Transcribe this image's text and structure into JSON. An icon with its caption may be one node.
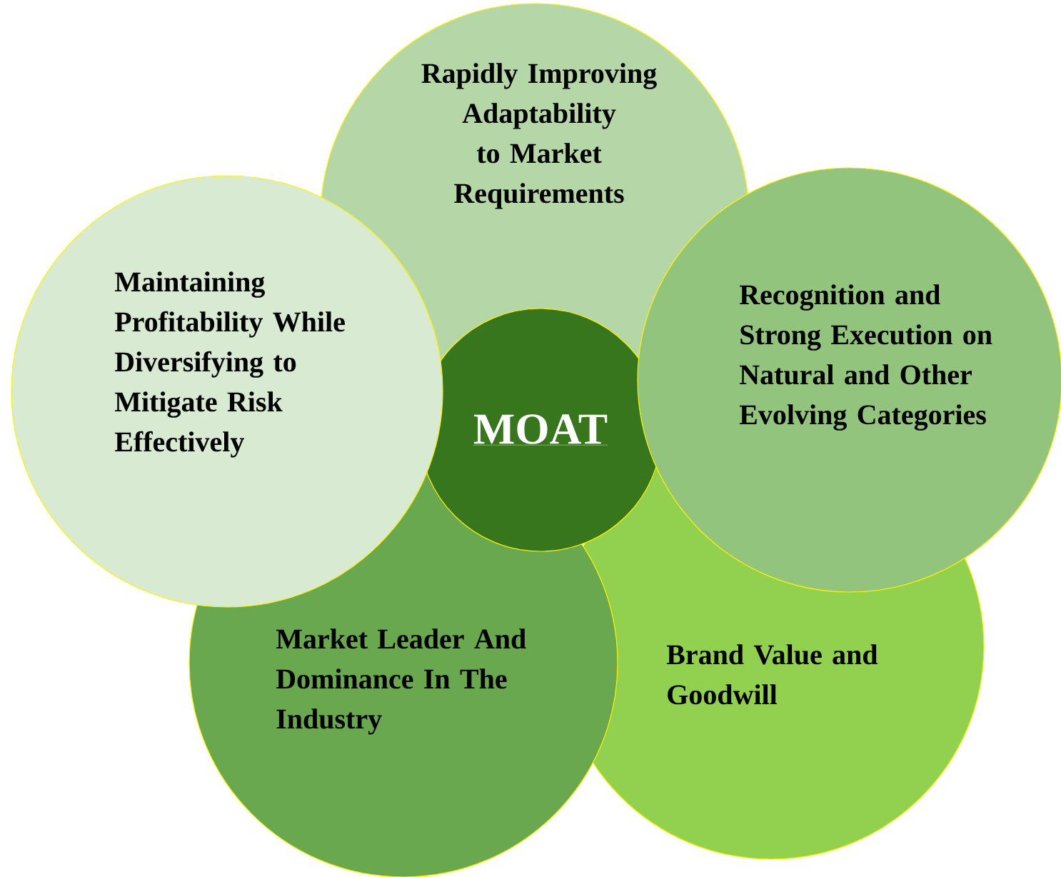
{
  "diagram": {
    "nodes": [
      {
        "text": [
          "Rapidly Improving Adaptability to Market Requirements"
        ]
      },
      {
        "text": [
          "Maintaining Profitability While Diversifying to Mitigate Risk Effectively"
        ]
      },
      {
        "text": [
          "MOAT"
        ]
      },
      {
        "text": [
          "Recognition and Strong Execution on Natural and Other Evolving Categories"
        ]
      },
      {
        "text": [
          "Market Leader And Dominance In The Industry"
        ]
      },
      {
        "text": [
          "Brand Value and Goodwill"
        ]
      }
    ]
  }
}
